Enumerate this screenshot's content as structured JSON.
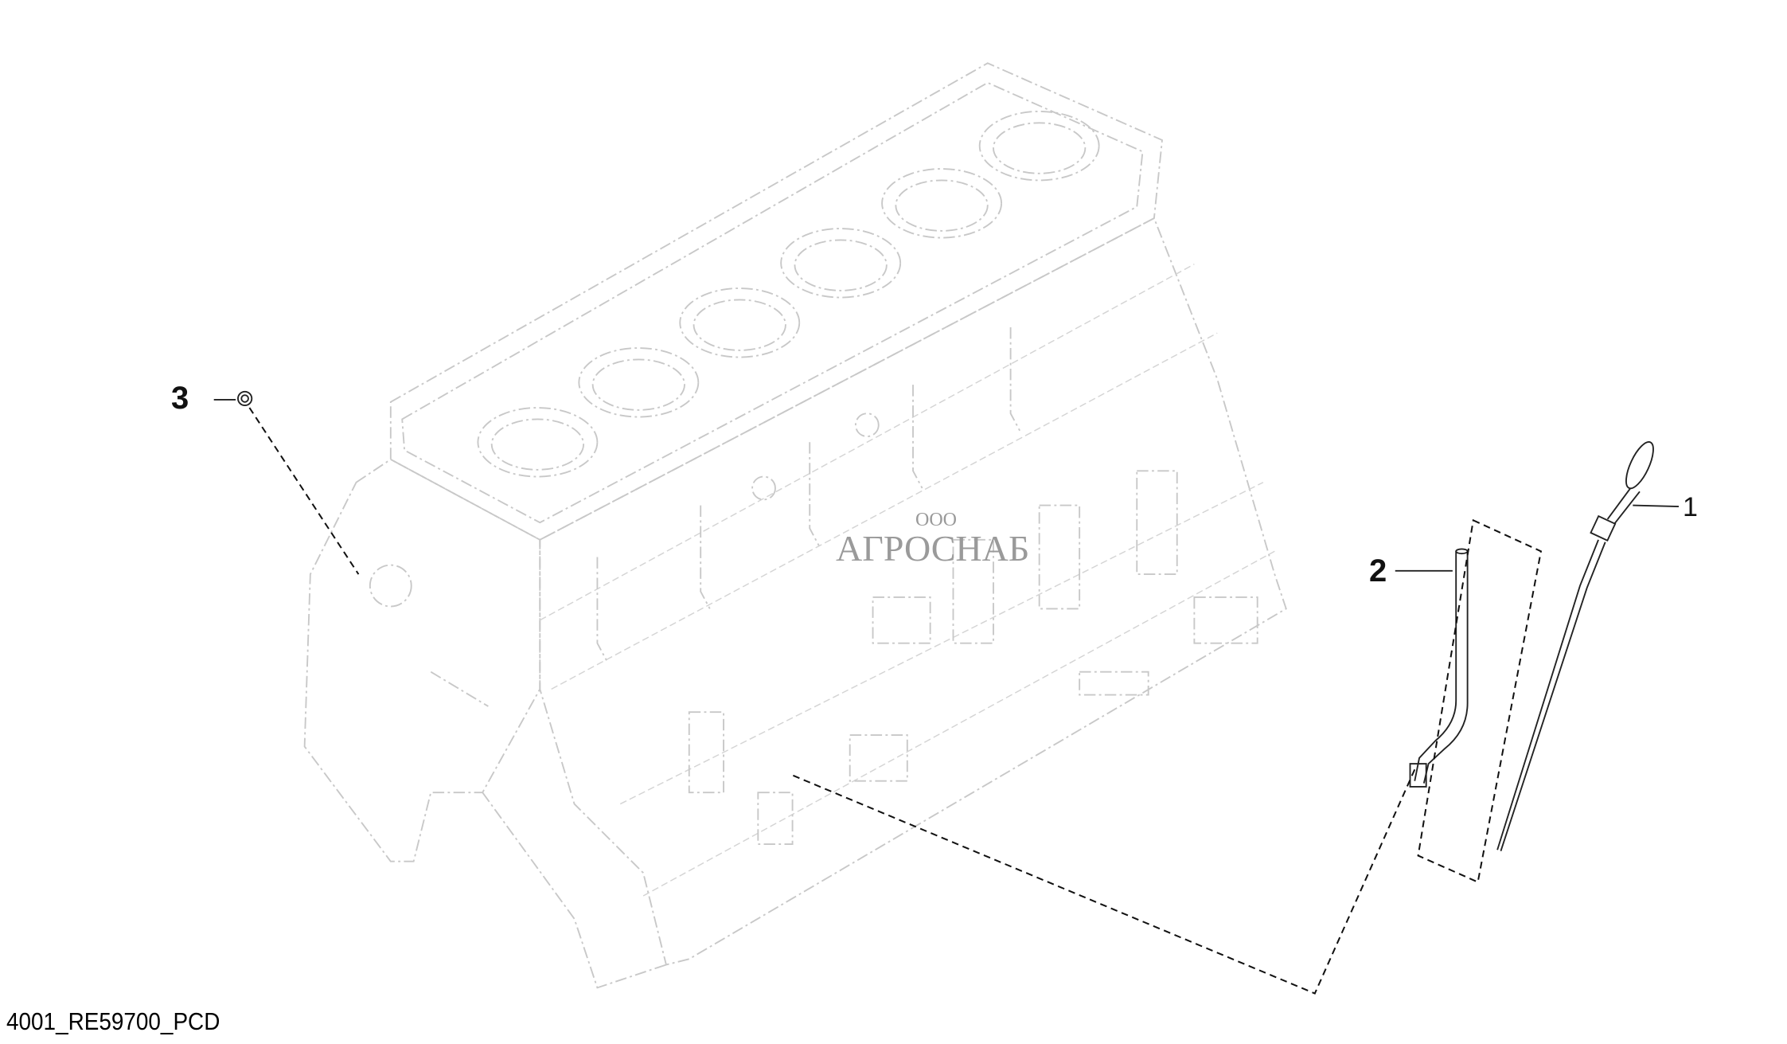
{
  "diagram": {
    "caption": "4001_RE59700_PCD",
    "callouts": [
      {
        "id": "1",
        "label": "1"
      },
      {
        "id": "2",
        "label": "2"
      },
      {
        "id": "3",
        "label": "3"
      }
    ],
    "watermark": {
      "prefix": "ООО",
      "name": "АГРОСНАБ"
    }
  }
}
